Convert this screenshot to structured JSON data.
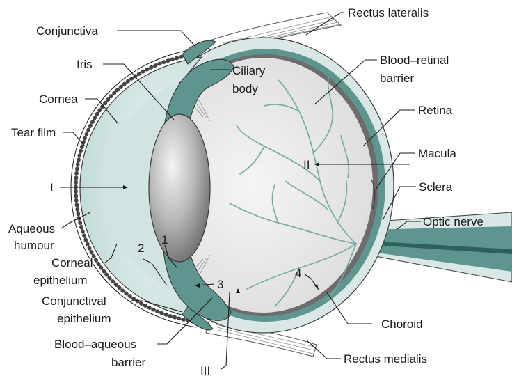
{
  "labels": {
    "rectus_lateralis": "Rectus lateralis",
    "conjunctiva": "Conjunctiva",
    "iris": "Iris",
    "ciliary_body_1": "Ciliary",
    "ciliary_body_2": "body",
    "blood_retinal_1": "Blood–retinal",
    "blood_retinal_2": "barrier",
    "cornea": "Cornea",
    "retina": "Retina",
    "tear_film": "Tear film",
    "macula": "Macula",
    "roman_2": "II",
    "roman_1": "I",
    "sclera": "Sclera",
    "optic_nerve": "Optic nerve",
    "aqueous_1": "Aqueous",
    "aqueous_2": "humour",
    "num_1": "1",
    "num_2": "2",
    "corneal_epi_1": "Corneal",
    "corneal_epi_2": "epithelium",
    "num_3": "3",
    "num_4": "4",
    "conj_epi_1": "Conjunctival",
    "conj_epi_2": "epithelium",
    "choroid": "Choroid",
    "blood_aqueous_1": "Blood–aqueous",
    "blood_aqueous_2": "barrier",
    "rectus_medialis": "Rectus medialis",
    "roman_3": "III"
  },
  "colors": {
    "sclera_fill": "#d9e8e6",
    "tissue_teal": "#5e958f",
    "retina_gray": "#6c6c6c",
    "vitreous": "#ececec",
    "vessel": "#79aba5"
  }
}
